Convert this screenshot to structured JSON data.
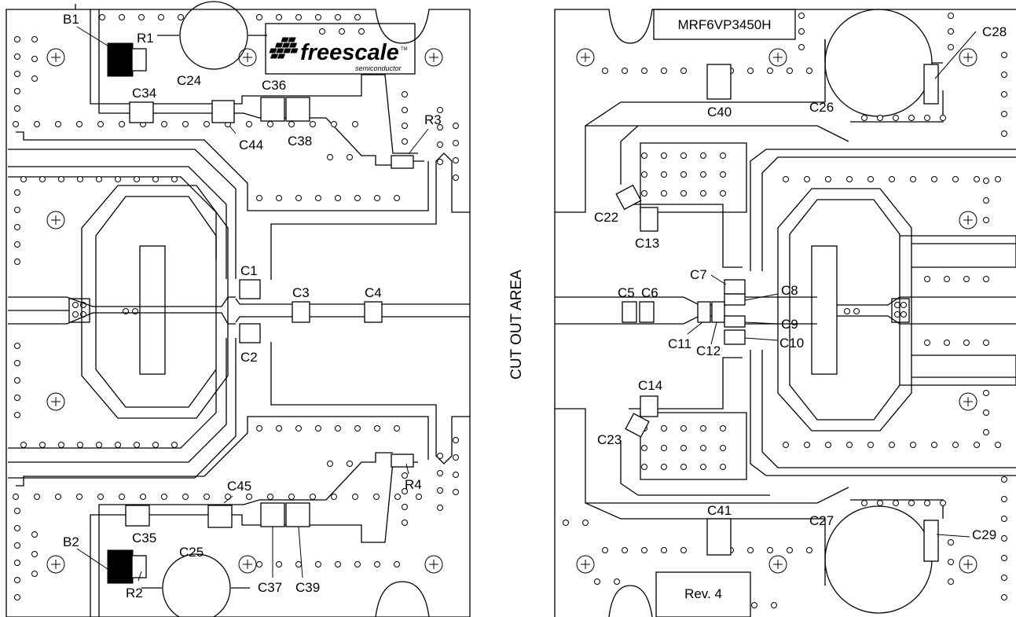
{
  "board": {
    "part_number": "MRF6VP3450H",
    "revision": "Rev. 4",
    "cutout_label": "CUT OUT AREA",
    "logo": {
      "name": "freescale",
      "sub": "semiconductor",
      "tm": "TM"
    }
  },
  "labels": {
    "B1": "B1",
    "B2": "B2",
    "R1": "R1",
    "R2": "R2",
    "R3": "R3",
    "R4": "R4",
    "C1": "C1",
    "C2": "C2",
    "C3": "C3",
    "C4": "C4",
    "C5": "C5",
    "C6": "C6",
    "C7": "C7",
    "C8": "C8",
    "C9": "C9",
    "C10": "C10",
    "C11": "C11",
    "C12": "C12",
    "C13": "C13",
    "C14": "C14",
    "C22": "C22",
    "C23": "C23",
    "C24": "C24",
    "C25": "C25",
    "C26": "C26",
    "C27": "C27",
    "C28": "C28",
    "C29": "C29",
    "C34": "C34",
    "C35": "C35",
    "C36": "C36",
    "C37": "C37",
    "C38": "C38",
    "C39": "C39",
    "C40": "C40",
    "C41": "C41",
    "C44": "C44",
    "C45": "C45"
  },
  "colors": {
    "ink": "#000000",
    "paper": "#ffffff"
  }
}
